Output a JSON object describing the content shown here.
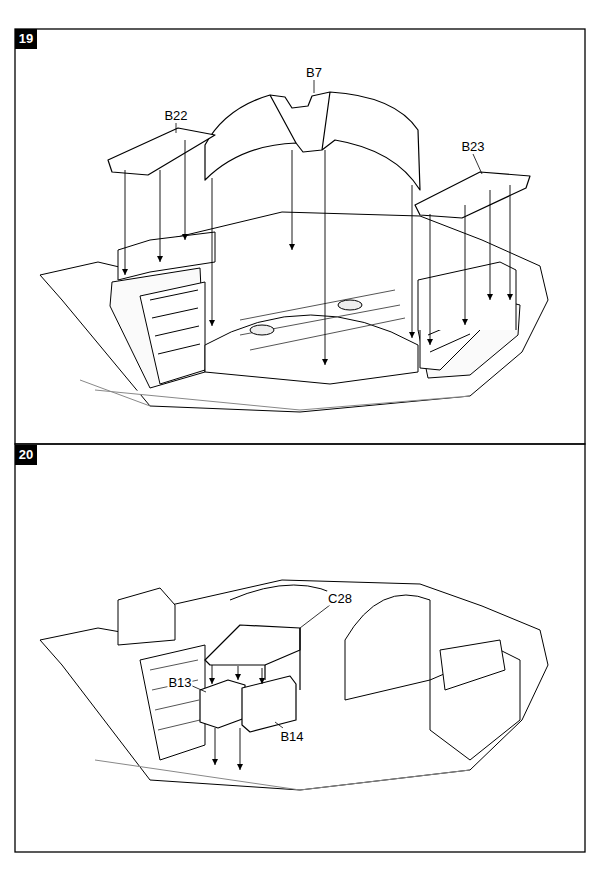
{
  "diagram": {
    "nodes": [
      {
        "text": [
          "19"
        ]
      },
      {
        "text": [
          "20"
        ]
      }
    ],
    "labels": [
      "B22",
      "B7",
      "B23",
      "C28",
      "B13",
      "B14"
    ]
  }
}
